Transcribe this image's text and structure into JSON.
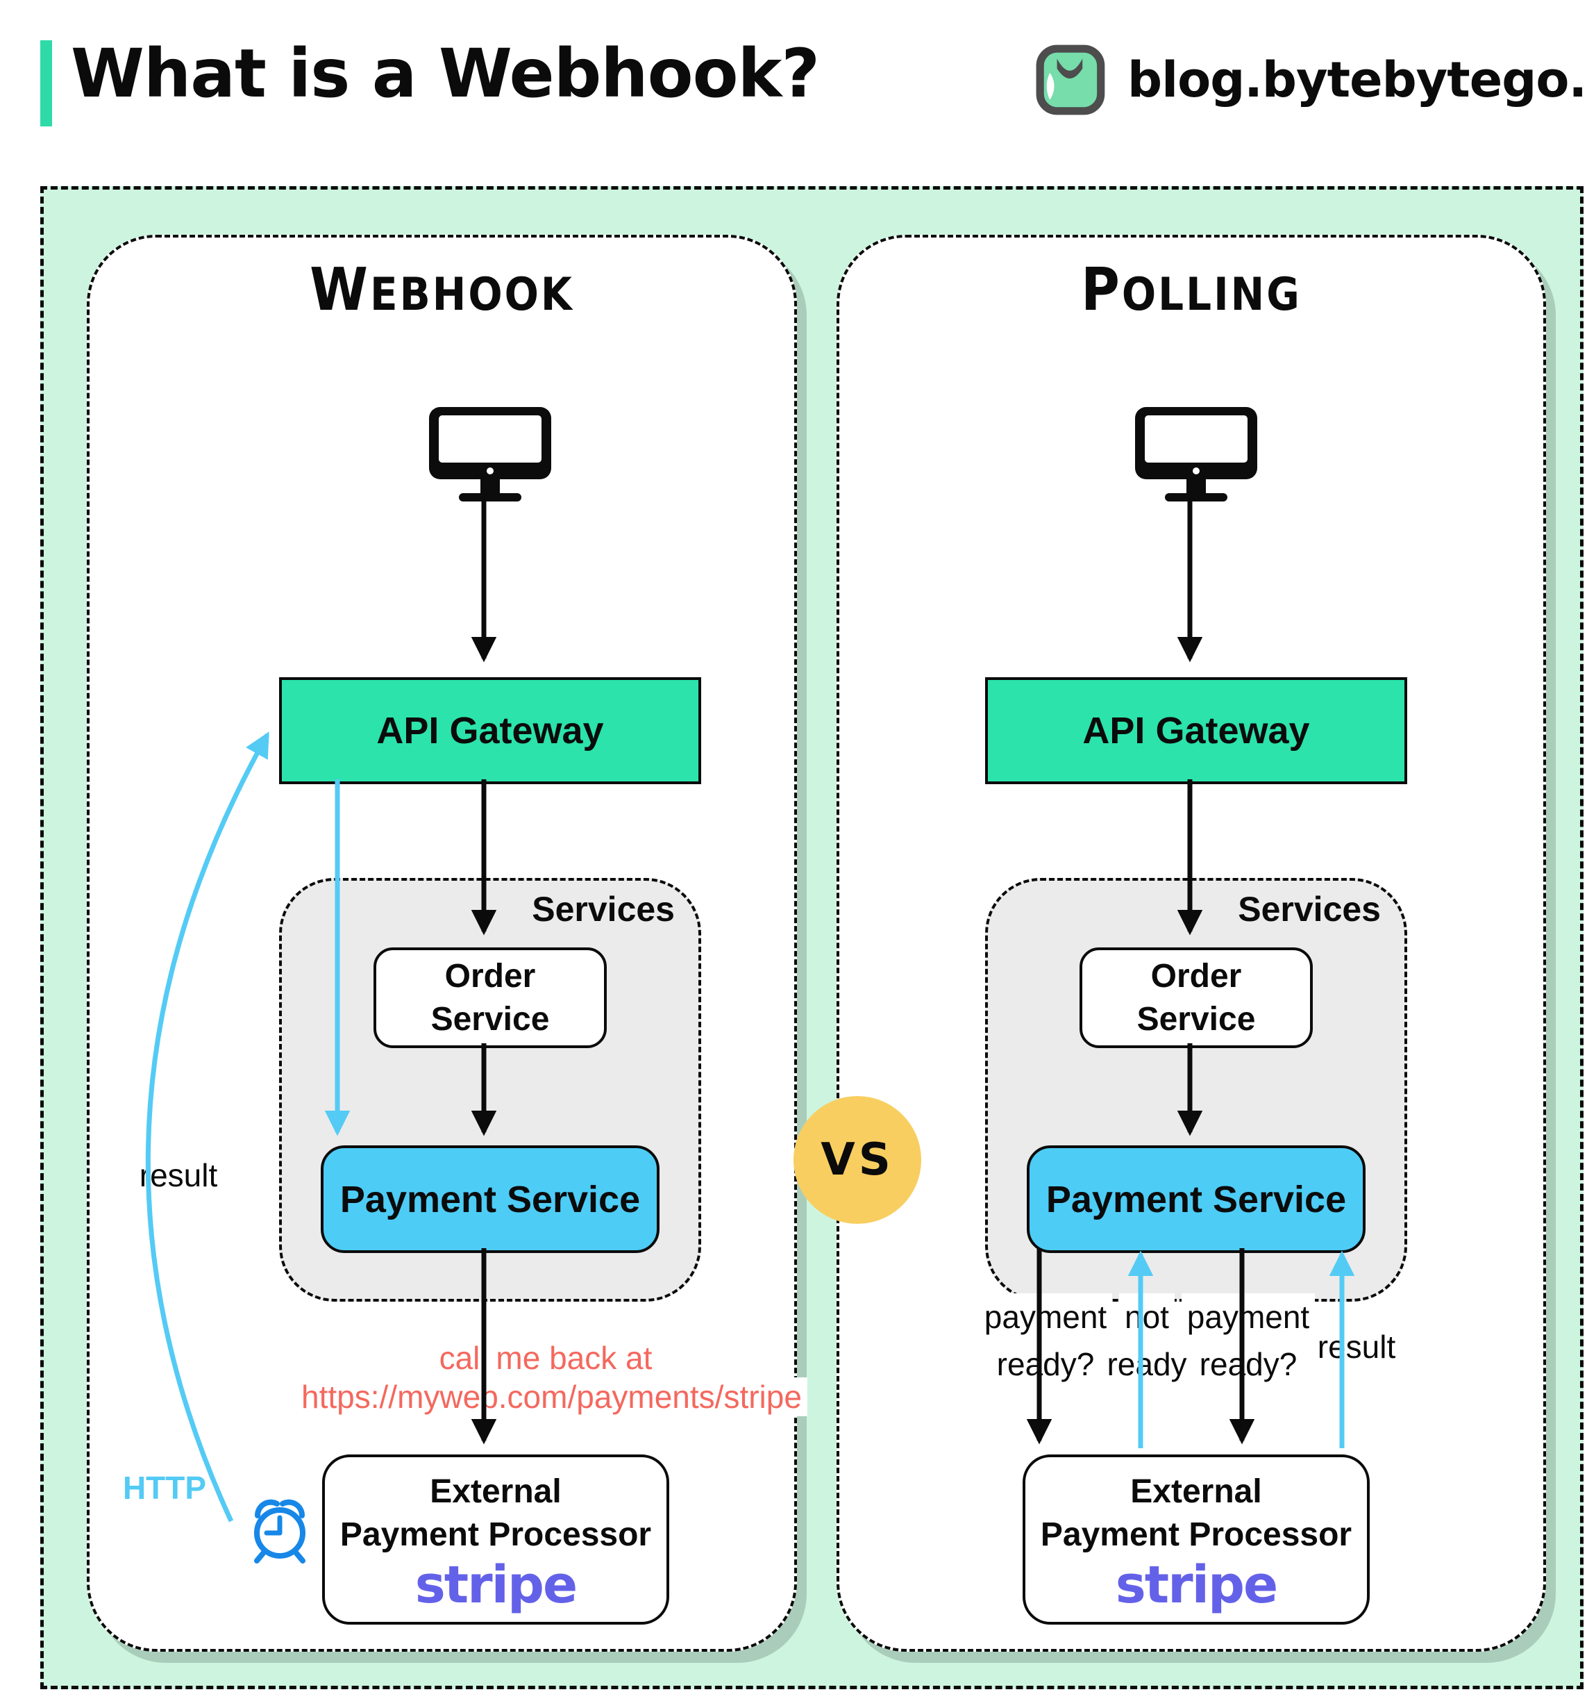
{
  "header": {
    "title": "What is a Webhook?",
    "site": "blog.bytebytego.com"
  },
  "vs_label": "VS",
  "panels": {
    "webhook": {
      "title": "Webhook",
      "api_gateway": "API Gateway",
      "services_label": "Services",
      "order_service": [
        "Order",
        "Service"
      ],
      "payment_service": "Payment Service",
      "callback_note": [
        "call me back at",
        "https://myweb.com/payments/stripe"
      ],
      "external_processor": [
        "External",
        "Payment Processor"
      ],
      "stripe_label": "stripe",
      "result_label": "result",
      "http_label": "HTTP"
    },
    "polling": {
      "title": "Polling",
      "api_gateway": "API Gateway",
      "services_label": "Services",
      "order_service": [
        "Order",
        "Service"
      ],
      "payment_service": "Payment Service",
      "external_processor": [
        "External",
        "Payment Processor"
      ],
      "stripe_label": "stripe",
      "connectors": [
        {
          "label": [
            "payment",
            "ready?"
          ],
          "direction": "down",
          "color": "black"
        },
        {
          "label": [
            "not",
            "ready"
          ],
          "direction": "up",
          "color": "blue"
        },
        {
          "label": [
            "payment",
            "ready?"
          ],
          "direction": "down",
          "color": "black"
        },
        {
          "label": [
            "result"
          ],
          "direction": "up",
          "color": "blue"
        }
      ]
    }
  },
  "colors": {
    "mint_background": "#CDF4DF",
    "api_gateway_teal": "#2BE3AB",
    "payment_blue": "#4DCCF6",
    "services_gray": "#EBEBEB",
    "vs_yellow": "#F8CE60",
    "stripe_purple": "#6461E9",
    "note_red": "#F4685E",
    "arrow_blue": "#54CBF5",
    "clock_blue": "#1787E8",
    "accent_teal": "#2EDBA8"
  }
}
